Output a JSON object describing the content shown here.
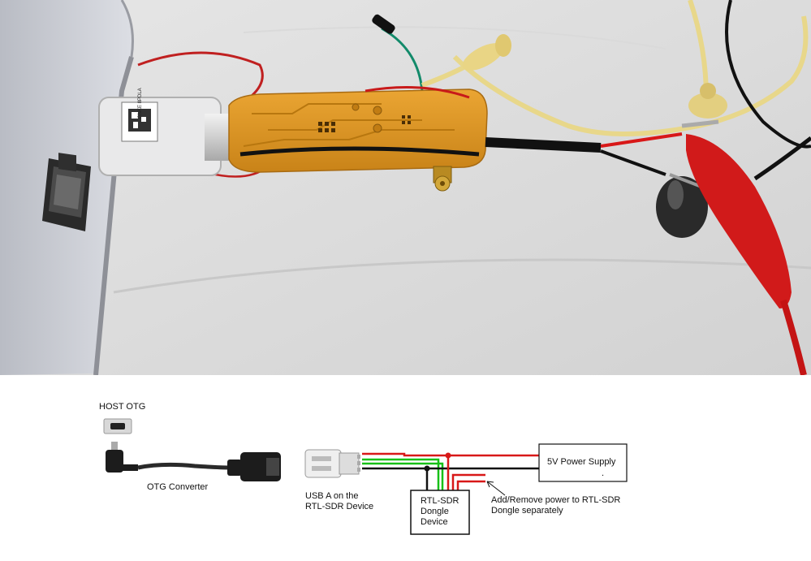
{
  "photo": {
    "label_text": "GNKE 8PDLA"
  },
  "diagram": {
    "host_otg_label": "HOST OTG",
    "otg_converter_label": "OTG Converter",
    "usb_a_label_line1": "USB A on the",
    "usb_a_label_line2": "RTL-SDR Device",
    "power_supply_label": "5V Power Supply",
    "power_supply_dot": ".",
    "dongle_line1": "RTL-SDR",
    "dongle_line2": "Dongle",
    "dongle_line3": "Device",
    "note_line1": "Add/Remove power to RTL-SDR",
    "note_line2": "Dongle separately"
  },
  "colors": {
    "pcb": "#e09a2a",
    "wire_red": "#d81818",
    "wire_green": "#18c018",
    "wire_black": "#111111",
    "wire_yellow": "#e8d78a",
    "clip_red": "#d11a1a"
  }
}
